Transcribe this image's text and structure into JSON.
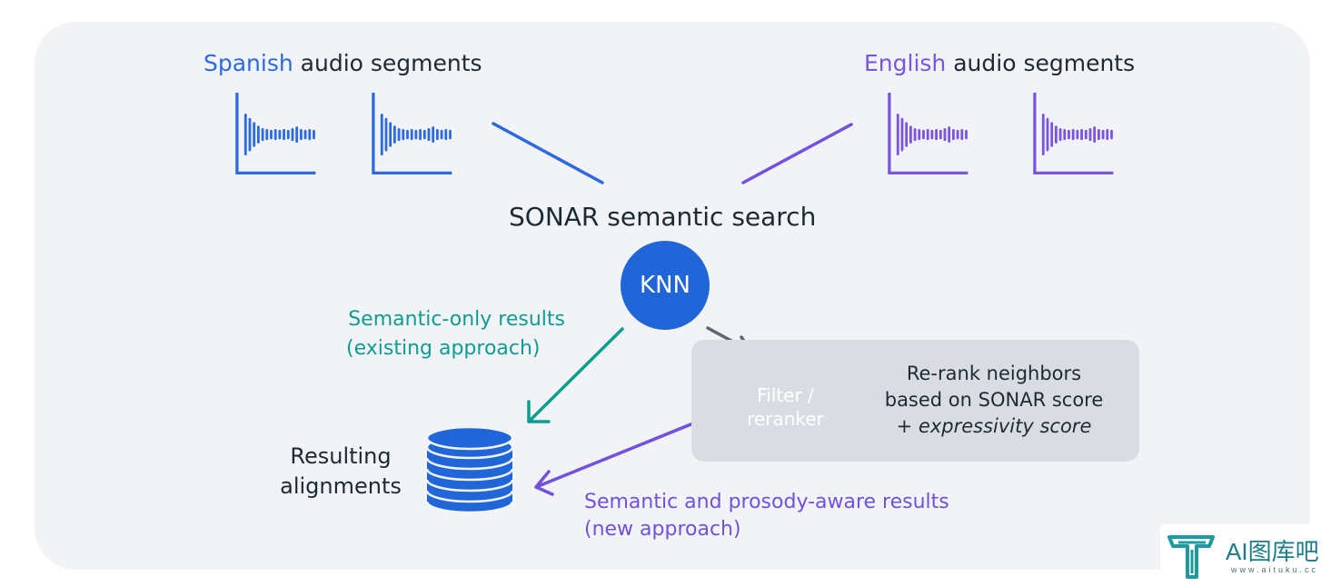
{
  "spanish_heading": {
    "lang": "Spanish",
    "rest": " audio segments"
  },
  "english_heading": {
    "lang": "English",
    "rest": " audio segments"
  },
  "center_title": "SONAR semantic search",
  "knn_label": "KNN",
  "semantic_only": [
    "Semantic-only results",
    "(existing approach)"
  ],
  "filter_label": [
    "Filter /",
    "reranker"
  ],
  "rerank_text": {
    "line1": "Re-rank neighbors",
    "line2": "based on SONAR score",
    "line3_prefix": "+ ",
    "line3_italic": "expressivity score"
  },
  "resulting": [
    "Resulting",
    "alignments"
  ],
  "prosody": [
    "Semantic and prosody-aware results",
    "(new approach)"
  ],
  "watermark": {
    "text": "AI图库吧",
    "url": "www.aituku.cc"
  },
  "colors": {
    "spanish_blue": "#2d6ae0",
    "english_purple": "#7a55e0",
    "teal": "#0f9c91",
    "knn_blue": "#2166d9",
    "filter_purple": "#7151de"
  },
  "icons": [
    "waveform-icon",
    "database-icon",
    "arrow-icon"
  ]
}
